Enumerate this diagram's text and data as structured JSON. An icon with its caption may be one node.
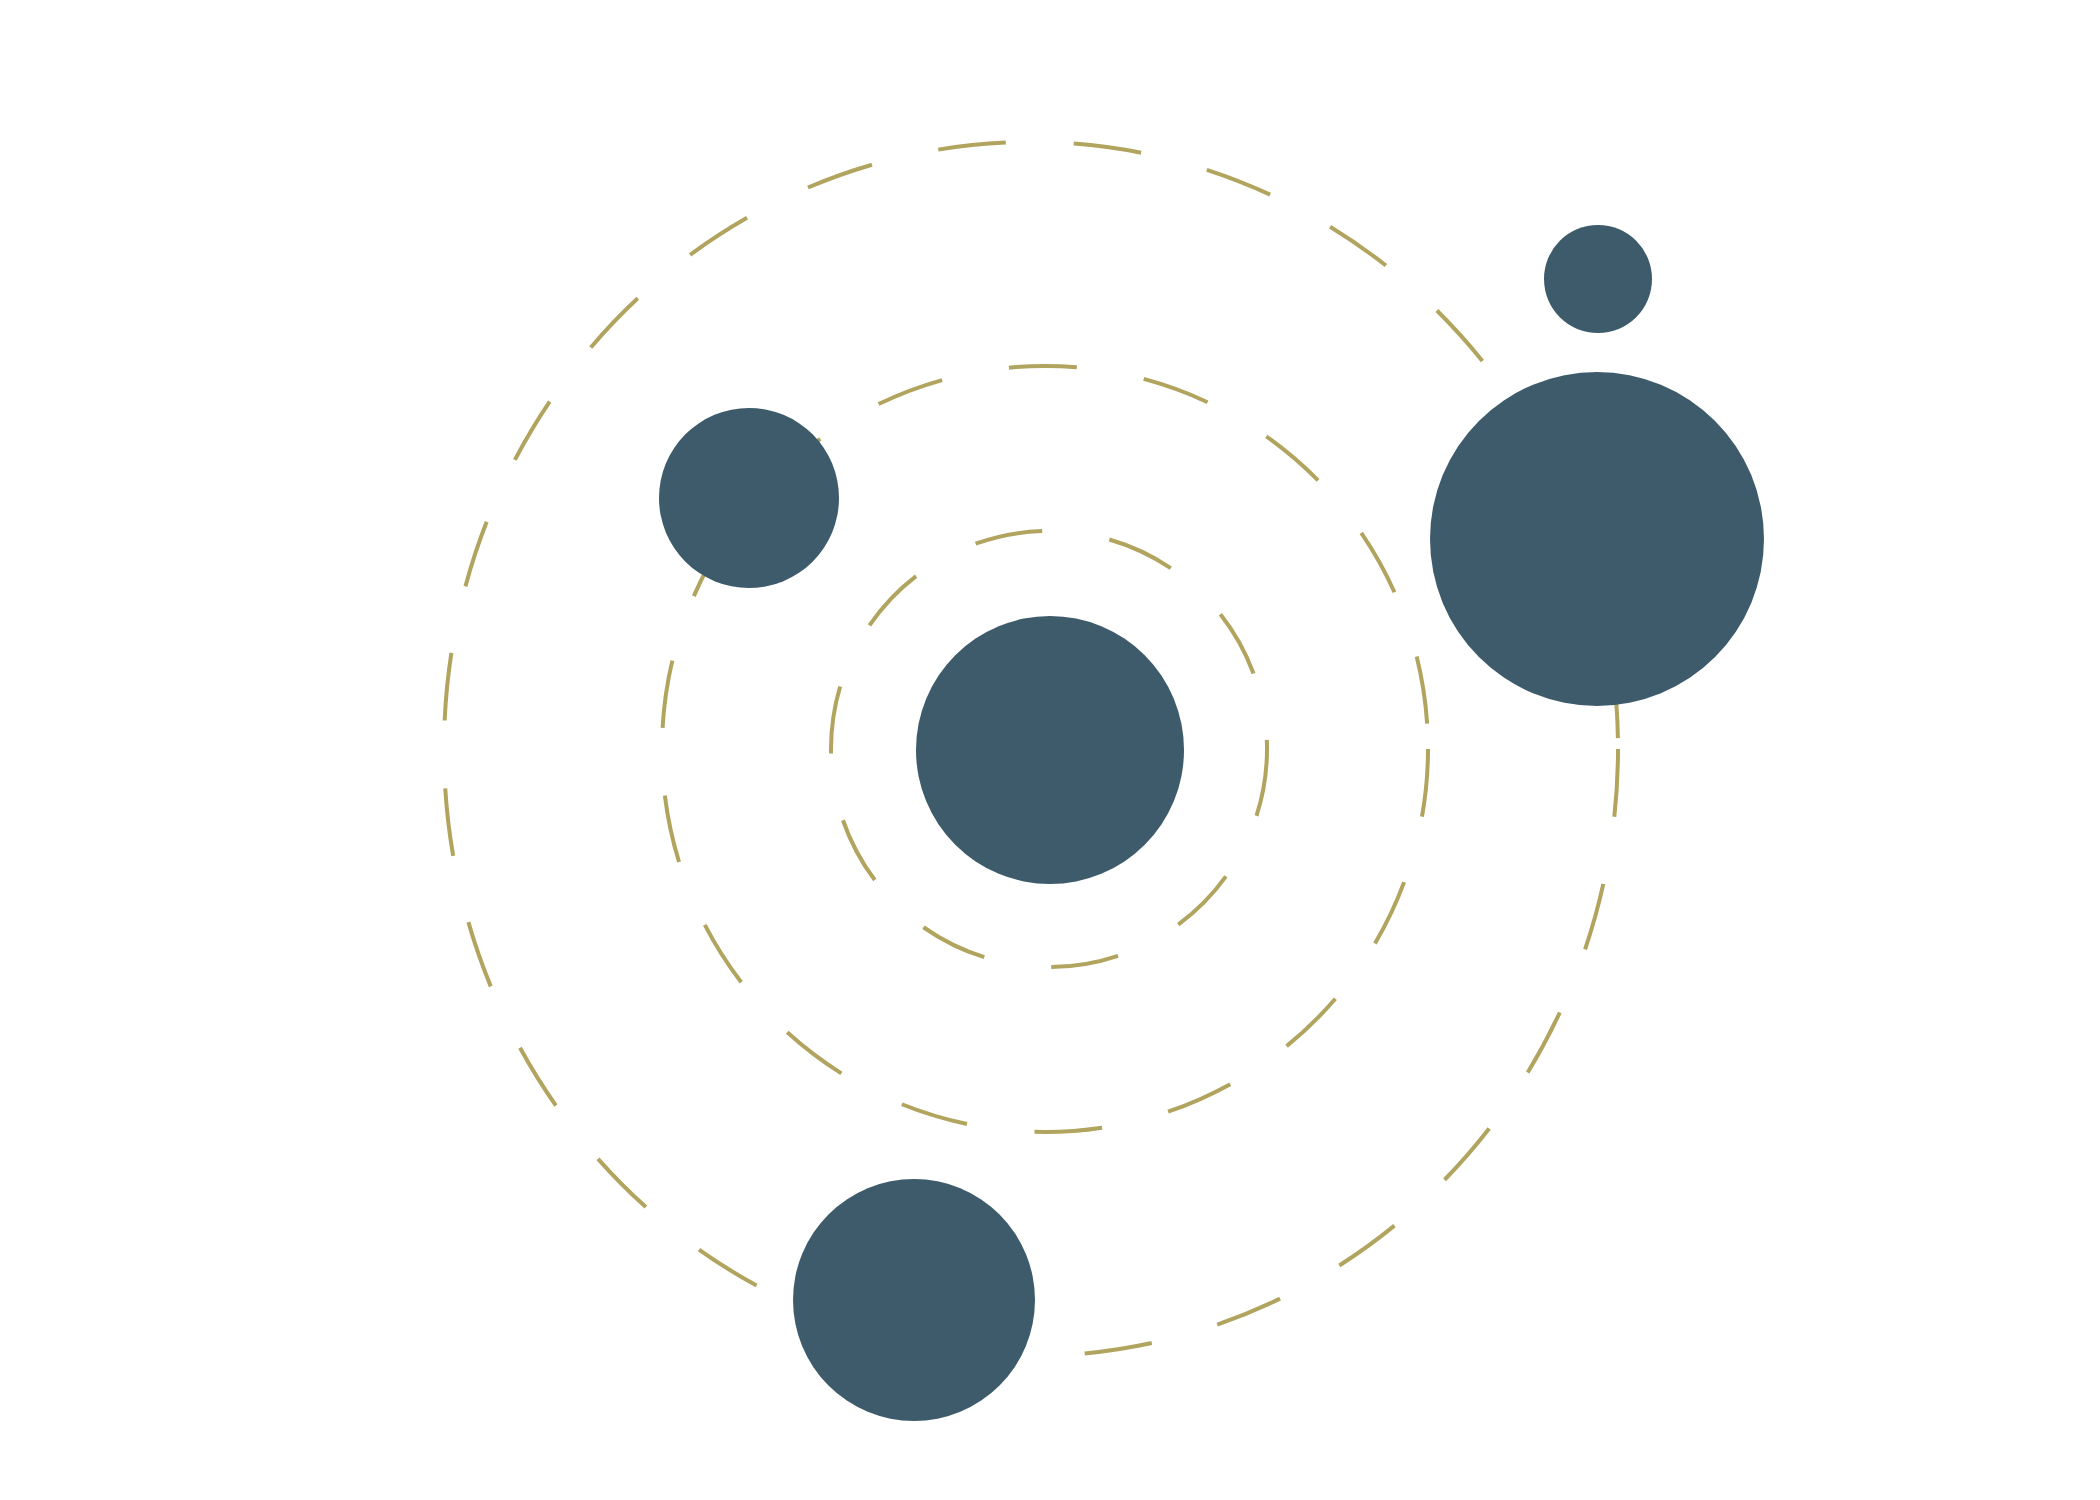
{
  "diagram": {
    "nodes": [
      {
        "text": [],
        "shape": "ring"
      },
      {
        "text": [],
        "shape": "ring",
        "in": 0
      },
      {
        "text": [],
        "shape": "ring",
        "in": 1
      },
      {
        "text": [],
        "shape": "circle",
        "in": 2
      },
      {
        "text": [],
        "shape": "circle"
      },
      {
        "text": [],
        "shape": "circle",
        "in": 0
      },
      {
        "text": [],
        "shape": "circle"
      },
      {
        "text": [],
        "shape": "circle"
      }
    ]
  }
}
